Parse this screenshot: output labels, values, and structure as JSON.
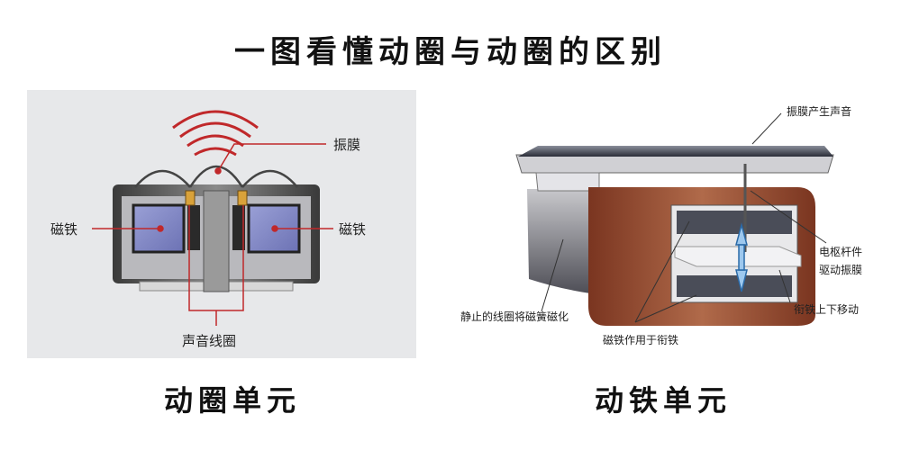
{
  "title": "一图看懂动圈与动圈的区别",
  "left": {
    "caption": "动圈单元",
    "labels": {
      "diaphragm": "振膜",
      "magnet_left": "磁铁",
      "magnet_right": "磁铁",
      "coil": "声音线圈"
    }
  },
  "right": {
    "caption": "动铁单元",
    "labels": {
      "diaphragm_sound": "振膜产生声音",
      "armature_rod_line1": "电枢杆件",
      "armature_rod_line2": "驱动振膜",
      "static_coil": "静止的线圈将磁簧磁化",
      "magnet_on_armature": "磁铁作用于衔铁",
      "armature_moves": "衔铁上下移动"
    }
  },
  "colors": {
    "sound_waves": "#c0282a",
    "leader_lines": "#c0282a",
    "copper_coil": "#9a4a32",
    "magnet_fill": "#8a8fc8"
  }
}
